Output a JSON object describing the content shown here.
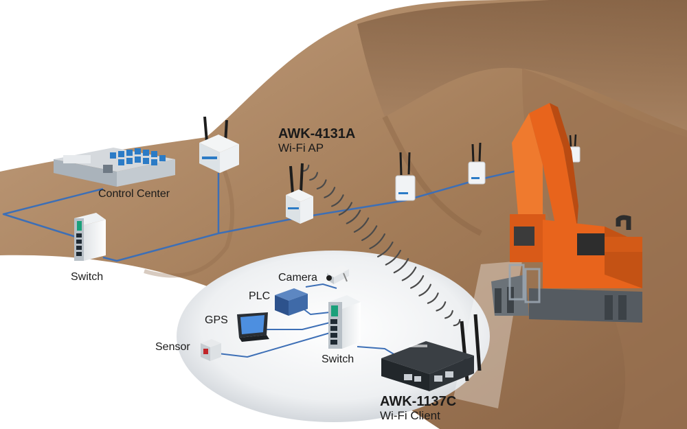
{
  "labels": {
    "control_center": "Control Center",
    "switch_main": "Switch",
    "ap_model": "AWK-4131A",
    "ap_role": "Wi-Fi AP",
    "camera": "Camera",
    "plc": "PLC",
    "gps": "GPS",
    "sensor": "Sensor",
    "switch_vehicle": "Switch",
    "client_model": "AWK-1137C",
    "client_role": "Wi-Fi Client"
  },
  "colors": {
    "network_line": "#3d6fb6",
    "excavator": "#e8641c",
    "terrain": "#b08a66",
    "wifi_signal": "#4a4a4a"
  }
}
